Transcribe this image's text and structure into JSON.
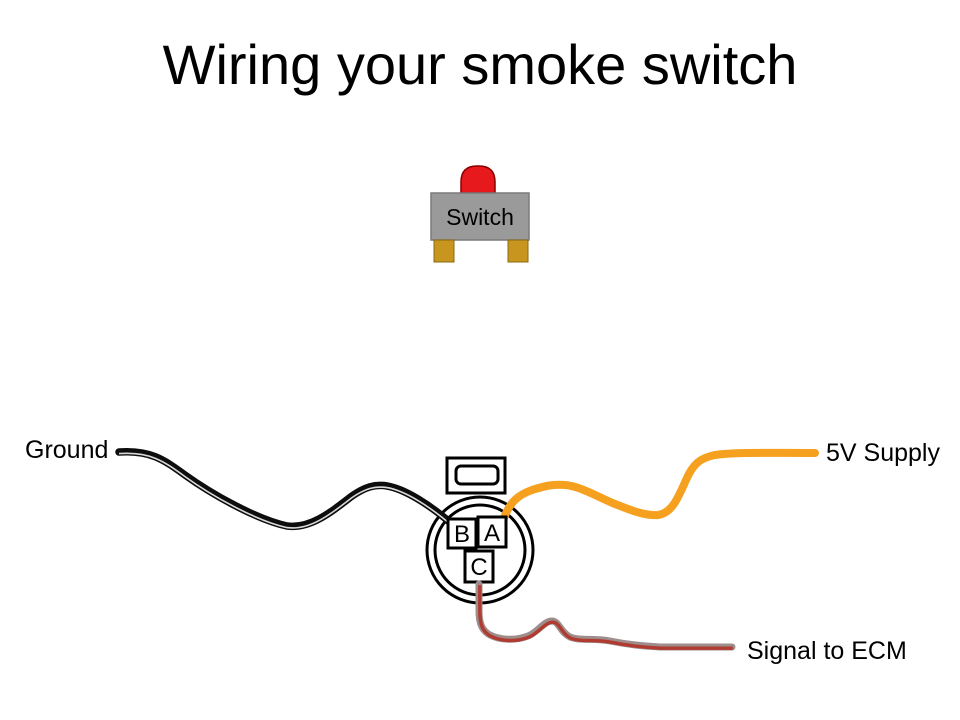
{
  "slide": {
    "title": "Wiring your smoke switch",
    "background_color": "#ffffff"
  },
  "switch": {
    "label": "Switch",
    "body_color": "#9a9a9a",
    "body_border_color": "#7a7a7a",
    "cap_color": "#e8191d",
    "cap_border_color": "#8b0000",
    "leg_color": "#c8961e",
    "leg_border_color": "#8a6a10"
  },
  "connector": {
    "ring_color": "#000000",
    "pins": [
      {
        "id": "B"
      },
      {
        "id": "A"
      },
      {
        "id": "C"
      }
    ]
  },
  "wires": {
    "ground": {
      "label": "Ground",
      "color": "#0d0d0d",
      "stripe_color": "#d9d9d9"
    },
    "supply": {
      "label": "5V Supply",
      "color": "#f5a11f"
    },
    "signal": {
      "label": "Signal to ECM",
      "color": "#b13a31",
      "sheath_color": "#9d8d8b"
    }
  }
}
